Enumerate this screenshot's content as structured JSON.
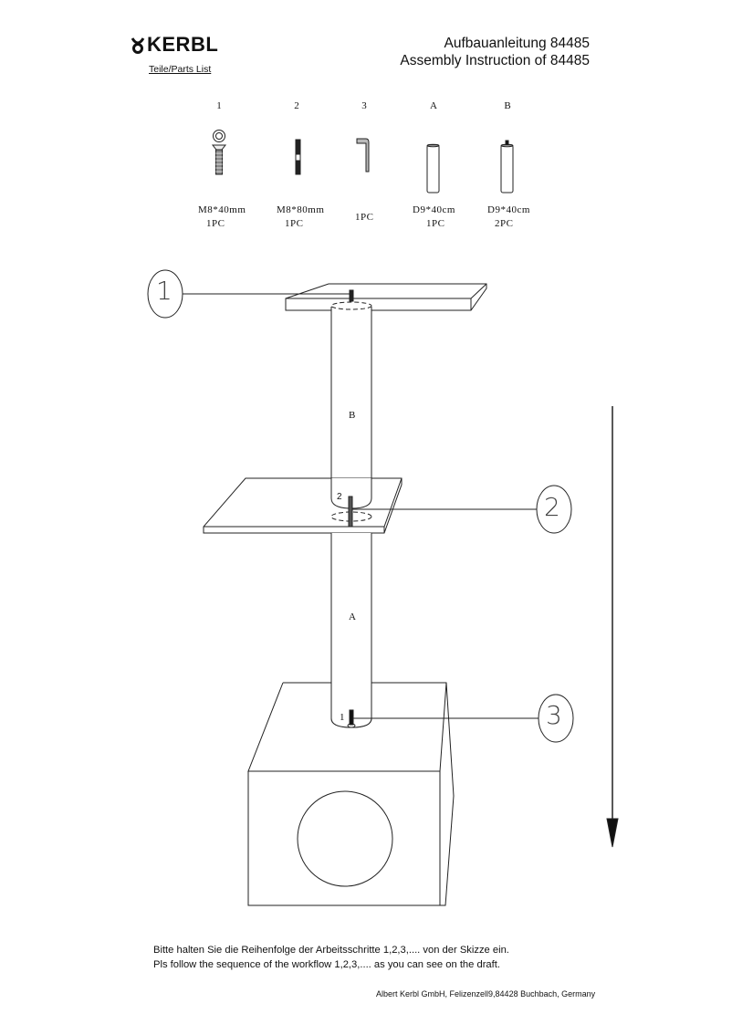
{
  "header": {
    "brand": "KERBL",
    "parts_list_label": "Teile/Parts List",
    "title_de": "Aufbauanleitung 84485",
    "title_en": "Assembly Instruction of 84485"
  },
  "parts": [
    {
      "id": "1",
      "icon": "countersunk-screw-icon",
      "spec": "M8*40mm",
      "qty": "1PC"
    },
    {
      "id": "2",
      "icon": "threaded-rod-icon",
      "spec": "M8*80mm",
      "qty": "1PC"
    },
    {
      "id": "3",
      "icon": "allen-key-icon",
      "spec": "",
      "qty": "1PC"
    },
    {
      "id": "A",
      "icon": "post-icon",
      "spec": "D9*40cm",
      "qty": "1PC"
    },
    {
      "id": "B",
      "icon": "post-with-bolt-icon",
      "spec": "D9*40cm",
      "qty": "2PC"
    }
  ],
  "diagram": {
    "steps": [
      {
        "number": "1",
        "label": "step-1-callout"
      },
      {
        "number": "2",
        "label": "step-2-callout"
      },
      {
        "number": "3",
        "label": "step-3-callout"
      }
    ],
    "post_labels": {
      "upper": "B",
      "lower": "A"
    },
    "inline_part_labels": {
      "rod": "2",
      "screw": "1"
    },
    "direction_arrow": "down"
  },
  "instructions": {
    "de": "Bitte halten Sie die Reihenfolge der Arbeitsschritte 1,2,3,.... von der Skizze ein.",
    "en": "Pls follow the sequence of the workflow 1,2,3,.... as you can see on the draft."
  },
  "footer": {
    "address": "Albert Kerbl GmbH, Felizenzell9,84428 Buchbach, Germany"
  }
}
